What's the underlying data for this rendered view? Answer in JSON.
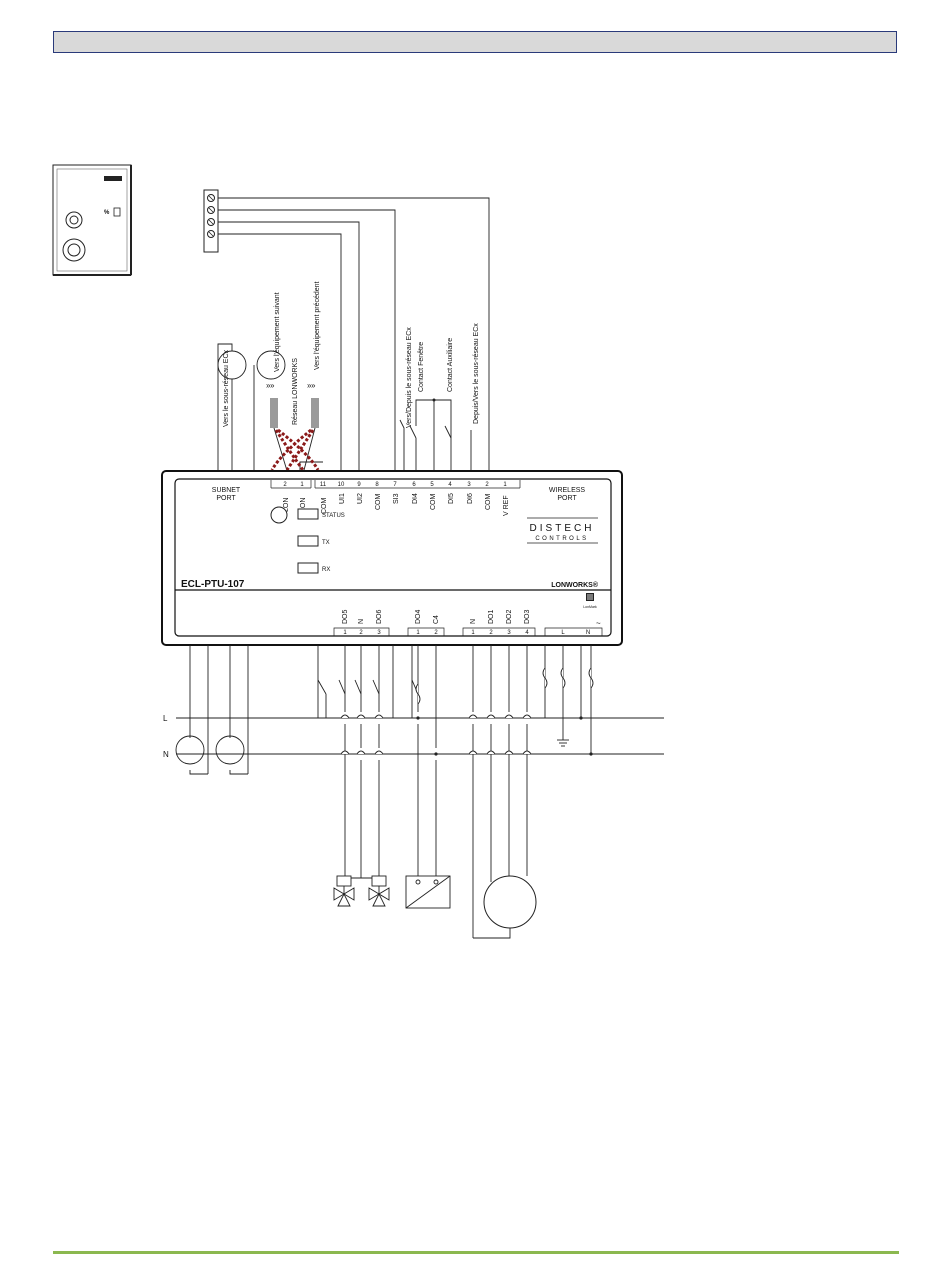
{
  "device": {
    "model_bold": "ECL",
    "model_rest": "-PTU-107",
    "brand_line1": "DISTECH",
    "brand_line2": "CONTROLS",
    "lonworks_badge": "LONWORKS®",
    "lonmark_badge": "LonMark",
    "subnet_port": [
      "SUBNET",
      "PORT"
    ],
    "wireless_port": [
      "WIRELESS",
      "PORT"
    ],
    "leds": [
      "STATUS",
      "TX",
      "RX"
    ]
  },
  "top_terminals": {
    "lon_numbers": [
      "2",
      "1"
    ],
    "lon_labels": [
      "LON",
      "LON"
    ],
    "numbers": [
      "11",
      "10",
      "9",
      "8",
      "7",
      "6",
      "5",
      "4",
      "3",
      "2",
      "1"
    ],
    "labels": [
      "COM",
      "UI1",
      "UI2",
      "COM",
      "SI3",
      "DI4",
      "COM",
      "DI5",
      "DI6",
      "COM",
      "V REF"
    ]
  },
  "bottom_terminals": {
    "group1_labels": [
      "DO5",
      "N",
      "DO6"
    ],
    "group1_numbers": [
      "1",
      "2",
      "3"
    ],
    "group2_labels": [
      "DO4",
      "C4"
    ],
    "group2_numbers": [
      "1",
      "2"
    ],
    "group3_labels": [
      "N",
      "DO1",
      "DO2",
      "DO3"
    ],
    "group3_numbers": [
      "1",
      "2",
      "3",
      "4"
    ],
    "group4_numbers": [
      "L",
      "N"
    ],
    "group4_symbol": "~"
  },
  "annotations": {
    "subnet_sensor": "Vers le sous-réseau ECx",
    "next_device": "Vers l'équipement suivant",
    "lonworks_network": "Réseau LONWORKS",
    "previous_device": "Vers l'équipement précédent",
    "to_from_subnet": "Vers/Depuis le sous-réseau ECx",
    "window_contact": "Contact Fenêtre",
    "aux_contact": "Contact Auxiliaire",
    "from_to_subnet": "Depuis/Vers le sous-réseau ECx",
    "arrows": "»"
  },
  "power_lines": {
    "line": "L",
    "neutral": "N"
  },
  "colors": {
    "header_fill": "#d9d9d9",
    "header_border": "#2a3a7a",
    "footer": "#8bb84f",
    "lon_cable": "#8b1a1a",
    "shield": "#9a9a9a"
  }
}
